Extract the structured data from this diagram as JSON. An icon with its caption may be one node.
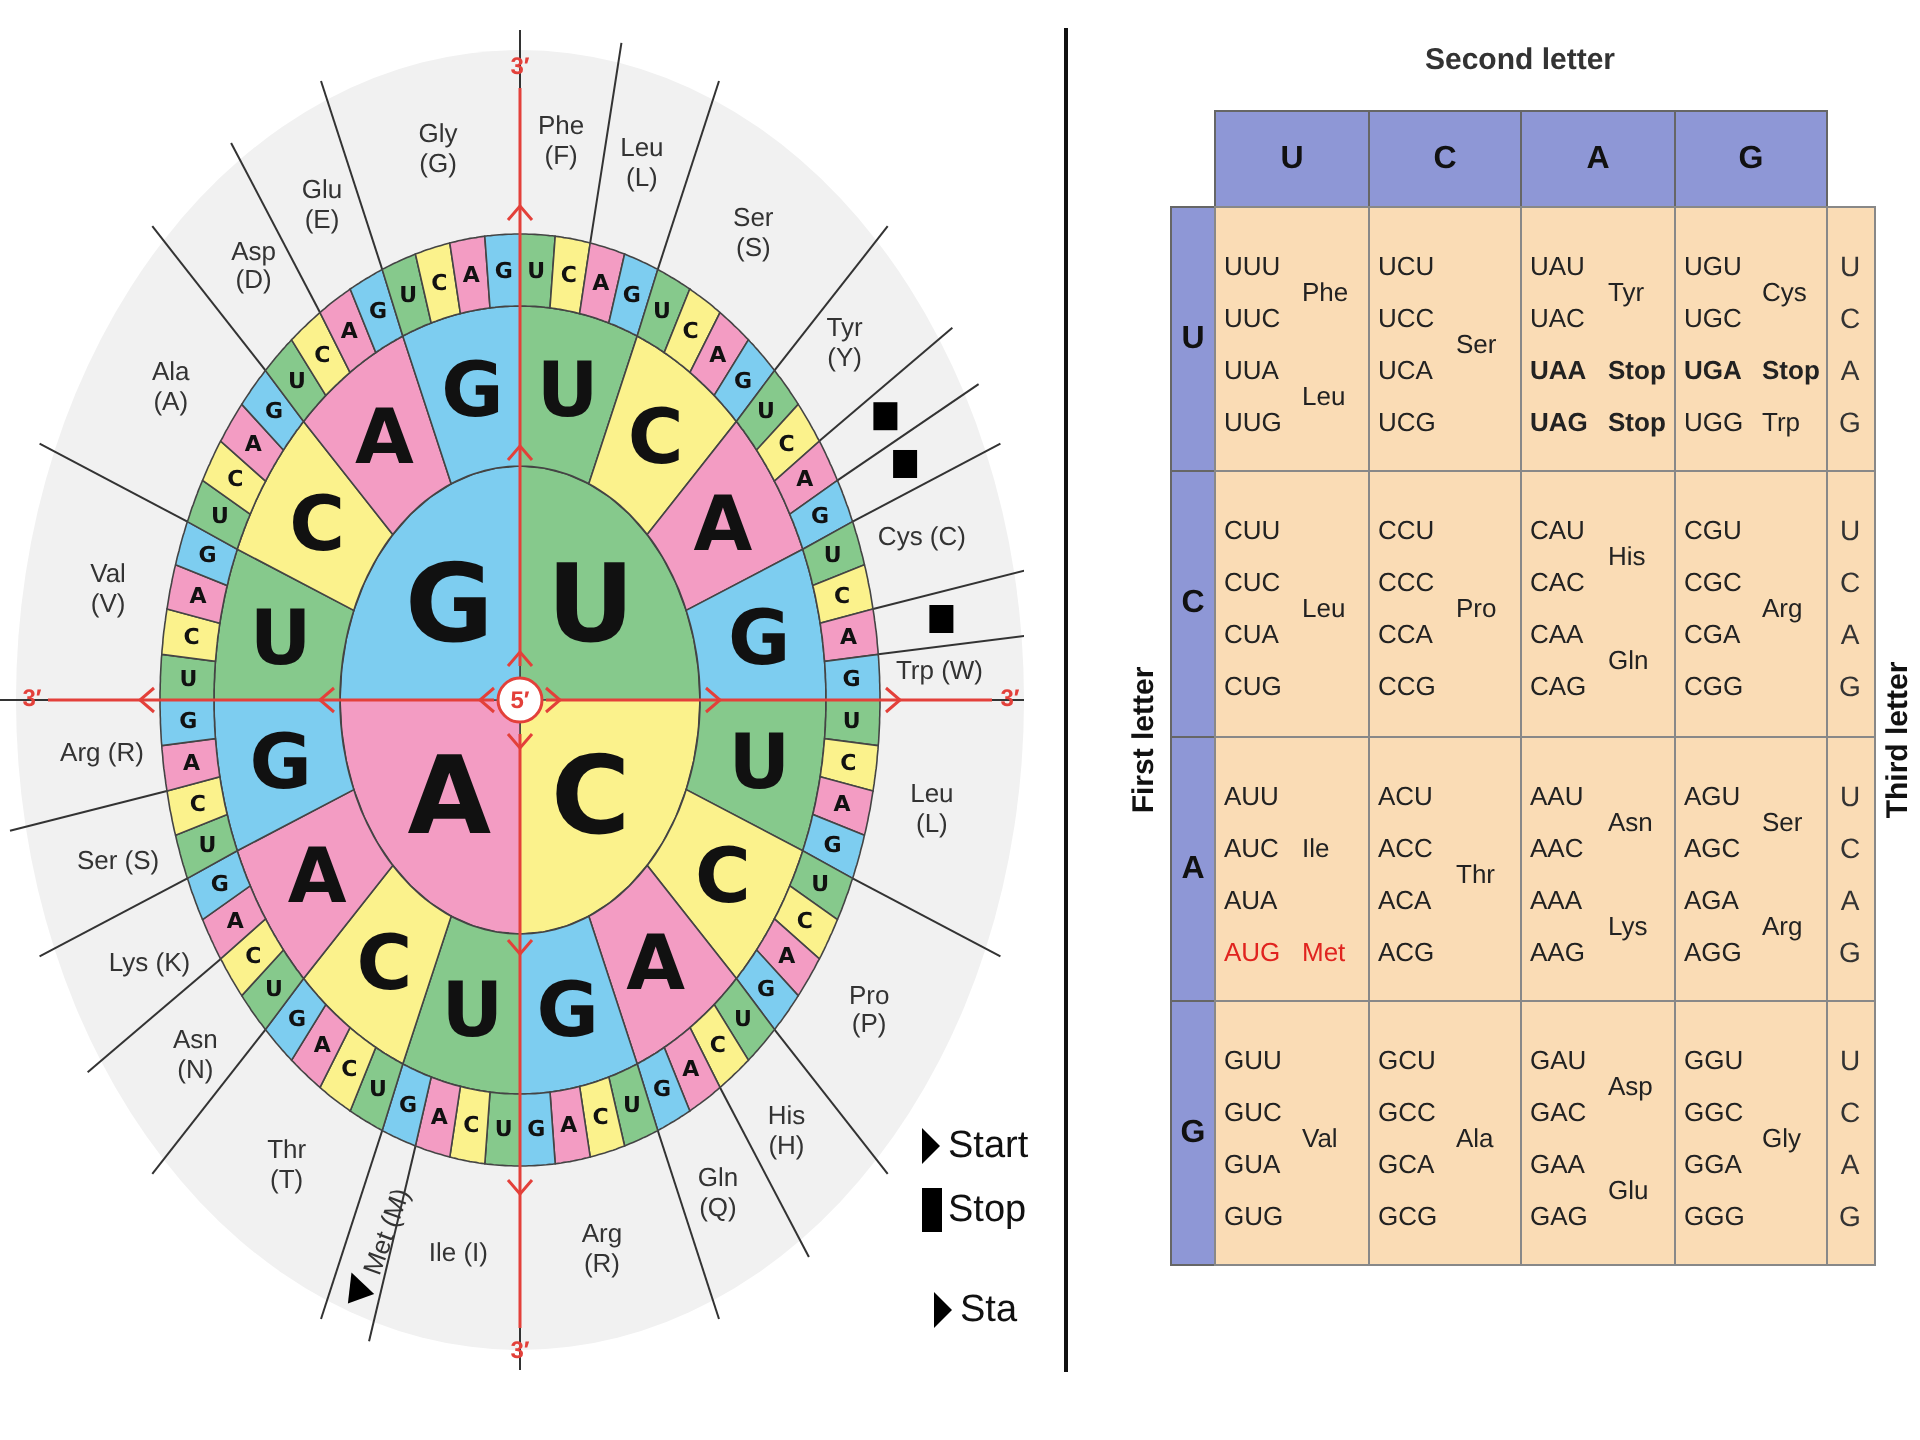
{
  "diagram": {
    "nodes": [
      {
        "text": [
          "U"
        ]
      },
      {
        "text": [
          "C"
        ]
      },
      {
        "text": [
          "A"
        ]
      },
      {
        "text": [
          "G"
        ]
      },
      {
        "text": [
          "U"
        ]
      },
      {
        "text": [
          "C"
        ]
      },
      {
        "text": [
          "A"
        ]
      },
      {
        "text": [
          "G"
        ]
      },
      {
        "text": [
          "U"
        ]
      },
      {
        "text": [
          "C"
        ]
      },
      {
        "text": [
          "A"
        ]
      },
      {
        "text": [
          "G"
        ]
      },
      {
        "text": [
          "U"
        ]
      },
      {
        "text": [
          "C"
        ]
      },
      {
        "text": [
          "A"
        ]
      },
      {
        "text": [
          "G"
        ]
      },
      {
        "text": [
          "U"
        ]
      },
      {
        "text": [
          "C"
        ]
      },
      {
        "text": [
          "A"
        ]
      },
      {
        "text": [
          "G"
        ]
      },
      {
        "text": [
          "U"
        ]
      },
      {
        "text": [
          "C"
        ]
      },
      {
        "text": [
          "A"
        ]
      },
      {
        "text": [
          "G"
        ]
      },
      {
        "text": [
          "U"
        ]
      },
      {
        "text": [
          "C"
        ]
      },
      {
        "text": [
          "A"
        ]
      },
      {
        "text": [
          "G"
        ]
      },
      {
        "text": [
          "U"
        ]
      },
      {
        "text": [
          "C"
        ]
      },
      {
        "text": [
          "A"
        ]
      },
      {
        "text": [
          "G"
        ]
      },
      {
        "text": [
          "U"
        ]
      },
      {
        "text": [
          "C"
        ]
      },
      {
        "text": [
          "A"
        ]
      },
      {
        "text": [
          "G"
        ]
      },
      {
        "text": [
          "U"
        ]
      },
      {
        "text": [
          "C"
        ]
      },
      {
        "text": [
          "A"
        ]
      },
      {
        "text": [
          "G"
        ]
      },
      {
        "text": [
          "U"
        ]
      },
      {
        "text": [
          "C"
        ]
      },
      {
        "text": [
          "A"
        ]
      },
      {
        "text": [
          "G"
        ]
      },
      {
        "text": [
          "U"
        ]
      },
      {
        "text": [
          "C"
        ]
      },
      {
        "text": [
          "A"
        ]
      },
      {
        "text": [
          "G"
        ]
      },
      {
        "text": [
          "U"
        ]
      },
      {
        "text": [
          "C"
        ]
      },
      {
        "text": [
          "A"
        ]
      },
      {
        "text": [
          "G"
        ]
      },
      {
        "text": [
          "U"
        ]
      },
      {
        "text": [
          "C"
        ]
      },
      {
        "text": [
          "A"
        ]
      },
      {
        "text": [
          "G"
        ]
      },
      {
        "text": [
          "U"
        ]
      },
      {
        "text": [
          "C"
        ]
      },
      {
        "text": [
          "A"
        ]
      },
      {
        "text": [
          "G"
        ]
      },
      {
        "text": [
          "U"
        ]
      },
      {
        "text": [
          "C"
        ]
      },
      {
        "text": [
          "A"
        ]
      },
      {
        "text": [
          "G"
        ]
      },
      {
        "text": [
          "U"
        ]
      },
      {
        "text": [
          "C"
        ]
      },
      {
        "text": [
          "A"
        ]
      },
      {
        "text": [
          "G"
        ]
      },
      {
        "text": [
          "U"
        ]
      },
      {
        "text": [
          "C"
        ]
      },
      {
        "text": [
          "A"
        ]
      },
      {
        "text": [
          "G"
        ]
      },
      {
        "text": [
          "U"
        ]
      },
      {
        "text": [
          "C"
        ]
      },
      {
        "text": [
          "A"
        ]
      },
      {
        "text": [
          "G"
        ]
      },
      {
        "text": [
          "U"
        ]
      },
      {
        "text": [
          "C"
        ]
      },
      {
        "text": [
          "A"
        ]
      },
      {
        "text": [
          "G"
        ]
      },
      {
        "text": [
          "U"
        ]
      },
      {
        "text": [
          "C"
        ]
      },
      {
        "text": [
          "A"
        ]
      },
      {
        "text": [
          "G"
        ]
      }
    ],
    "labels": [
      "3′",
      "3′",
      "3′",
      "3′",
      "5′",
      "Phe (F)",
      "Leu (L)",
      "Ser (S)",
      "Tyr (Y)",
      "Cys (C)",
      "Trp (W)",
      "Leu (L)",
      "Pro (P)",
      "His (H)",
      "Gln (Q)",
      "Arg (R)",
      "Ile (I)",
      "Met (M)",
      "Thr (T)",
      "Asn (N)",
      "Lys (K)",
      "Ser (S)",
      "Arg (R)",
      "Val (V)",
      "Ala (A)",
      "Asp (D)",
      "Glu (E)",
      "Gly (G)",
      "Second letter",
      "U",
      "C",
      "A",
      "G",
      "U",
      "UUU",
      "UUC",
      "Phe",
      "UUA",
      "UUG",
      "Leu",
      "UCU",
      "UCC",
      "UCA",
      "UCG",
      "Ser",
      "UAU",
      "UAC",
      "Tyr",
      "UAA",
      "Stop",
      "UAG",
      "Stop",
      "UGU",
      "UGC",
      "Cys",
      "UGA",
      "Stop",
      "UGG",
      "Trp",
      "U",
      "C",
      "A",
      "G",
      "C",
      "CUU",
      "CUC",
      "CUA",
      "CUG",
      "Leu",
      "CCU",
      "CCC",
      "CCA",
      "CCG",
      "Pro",
      "CAU",
      "CAC",
      "His",
      "CAA",
      "CAG",
      "Gln",
      "CGU",
      "CGC",
      "CGA",
      "CGG",
      "Arg",
      "U",
      "C",
      "A",
      "G",
      "A",
      "AUU",
      "AUC",
      "AUA",
      "Ile",
      "AUG",
      "Met",
      "ACU",
      "ACC",
      "ACA",
      "ACG",
      "Thr",
      "AAU",
      "AAC",
      "Asn",
      "AAA",
      "AAG",
      "Lys",
      "AGU",
      "AGC",
      "Ser",
      "AGA",
      "AGG",
      "Arg",
      "U",
      "C",
      "A",
      "G",
      "G",
      "GUU",
      "GUC",
      "GUA",
      "GUG",
      "Val",
      "GCU",
      "GCC",
      "GCA",
      "GCG",
      "Ala",
      "GAU",
      "GAC",
      "Asp",
      "GAA",
      "GAG",
      "Glu",
      "GGU",
      "GGC",
      "GGA",
      "GGG",
      "Gly",
      "U",
      "C",
      "A",
      "G",
      "First letter",
      "Third letter"
    ],
    "legend": [
      {
        "text": "Start"
      },
      {
        "text": "Stop"
      },
      {
        "text": "Sta"
      }
    ]
  }
}
